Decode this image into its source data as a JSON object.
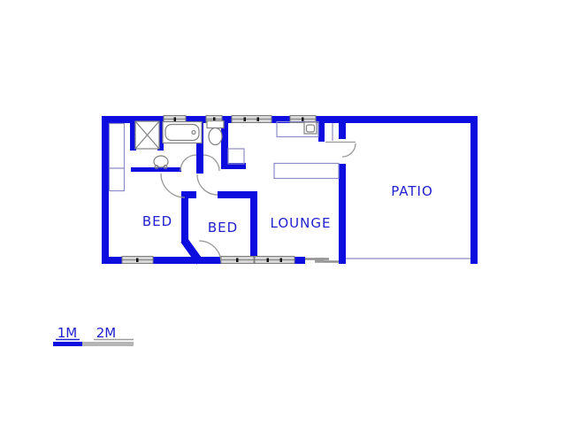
{
  "rooms": [
    {
      "label": "BED"
    },
    {
      "label": "BED"
    },
    {
      "label": "LOUNGE"
    },
    {
      "label": "PATIO"
    }
  ],
  "scale_bar": {
    "label_1m": "1M",
    "label_2m": "2M"
  },
  "colors": {
    "wall": "#0d0de0",
    "label": "#2121cf",
    "fixture": "#828282",
    "lightline": "#8c8cc8",
    "scale_gray": "#b5b5b5"
  }
}
